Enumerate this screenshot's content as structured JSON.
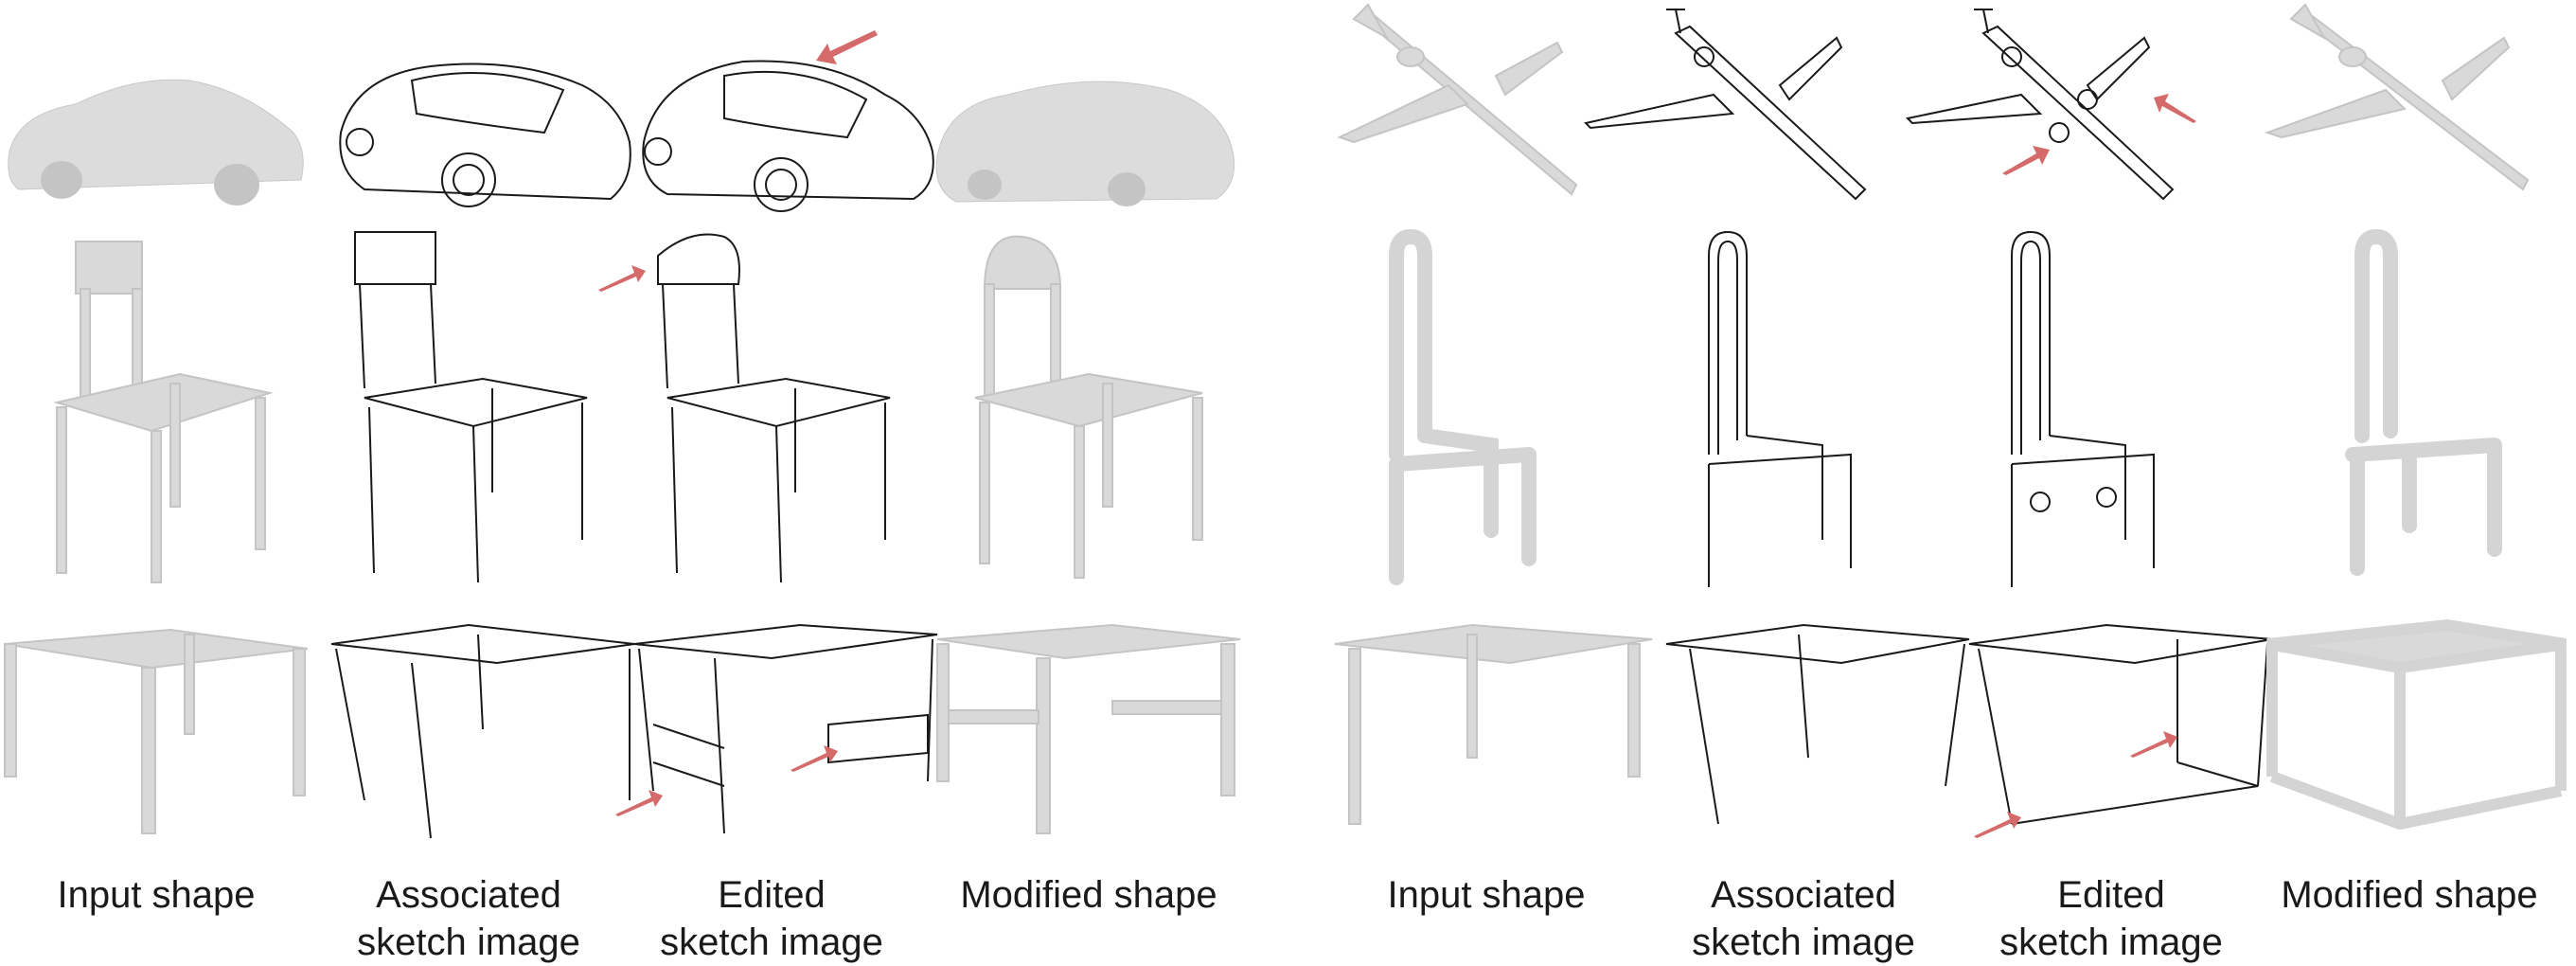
{
  "figure": {
    "left_panel": {
      "captions": [
        "Input shape",
        "Associated\nsketch image",
        "Edited\nsketch image",
        "Modified shape"
      ],
      "rows": [
        "car",
        "chair",
        "table"
      ]
    },
    "right_panel": {
      "captions": [
        "Input shape",
        "Associated\nsketch image",
        "Edited\nsketch image",
        "Modified shape"
      ],
      "rows": [
        "airplane",
        "chair",
        "table"
      ]
    },
    "colors": {
      "shape_fill": "#d9d9d9",
      "shape_shadow": "#bdbdbd",
      "sketch_stroke": "#1a1a1a",
      "arrow": "#d46a6a"
    }
  }
}
